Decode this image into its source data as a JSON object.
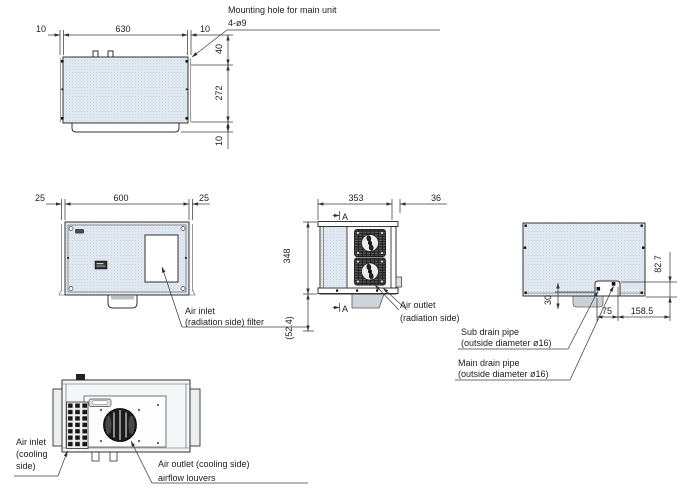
{
  "colors": {
    "ink": "#333333",
    "panel_fill": "#e2e9f1",
    "panel_dot": "#c9d4e3",
    "fan_dark": "#2b2b2b",
    "gray_part": "#ccd1d7",
    "background": "#ffffff"
  },
  "top_view": {
    "dim_left": "10",
    "dim_width": "630",
    "dim_right": "10",
    "dim_hole_inset": "40",
    "dim_depth": "272",
    "dim_bottom_inset": "10",
    "callout": {
      "line1": "Mounting hole for main unit",
      "line2": "4-ø9"
    }
  },
  "front_view": {
    "dim_left": "25",
    "dim_width": "600",
    "dim_right": "25",
    "callout": {
      "line1": "Air inlet",
      "line2": "(radiation side) filter"
    }
  },
  "side_view": {
    "dim_width": "353",
    "dim_protrusion": "36",
    "dim_height": "348",
    "dim_drain": "(52.4)",
    "section_label": "A",
    "callout": {
      "line1": "Air outlet",
      "line2": "(radiation side)"
    }
  },
  "rear_view": {
    "dim_pipe_height": "82.7",
    "dim_drain_depth": "30",
    "dim_pipe_pitch": "75",
    "dim_pipe_offset": "158.5",
    "sub_drain": {
      "line1": "Sub drain pipe",
      "line2": "(outside diameter ø16)"
    },
    "main_drain": {
      "line1": "Main drain pipe",
      "line2": "(outside diameter ø16)"
    }
  },
  "bottom_view": {
    "callout_inlet": {
      "line1": "Air inlet",
      "line2": "(cooling",
      "line3": "side)"
    },
    "callout_outlet": {
      "line1": "Air outlet (cooling side)",
      "line2": "airflow louvers"
    }
  }
}
